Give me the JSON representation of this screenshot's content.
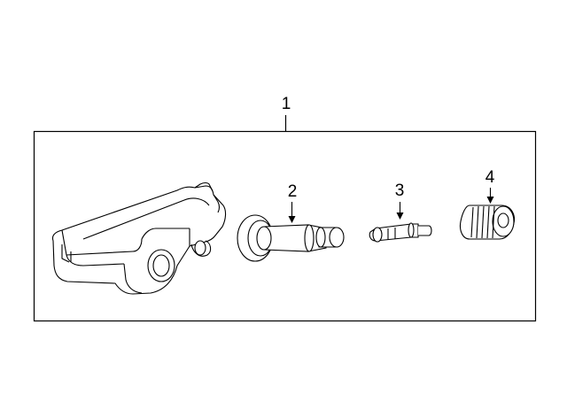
{
  "callouts": {
    "assembly": "1",
    "valve_stem": "2",
    "valve_core": "3",
    "valve_cap": "4"
  },
  "colors": {
    "line": "#000000",
    "background": "#ffffff"
  }
}
